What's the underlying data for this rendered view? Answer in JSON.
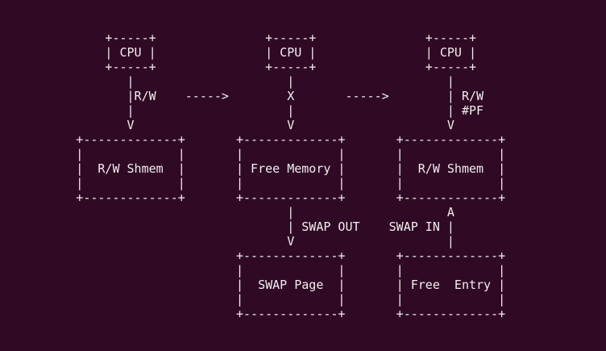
{
  "terminal": {
    "background_color": "#300a24",
    "foreground_color": "#f2edf1"
  },
  "diagram": {
    "lines": [
      "              +-----+               +-----+               +-----+",
      "              | CPU |               | CPU |               | CPU |",
      "              +-----+               +-----+               +-----+",
      "                 |                     |                     |",
      "                 |R/W    ----->        X       ----->        | R/W",
      "                 |                     |                     | #PF",
      "                 V                     V                     V",
      "          +-------------+       +-------------+       +-------------+",
      "          |             |       |             |       |             |",
      "          |  R/W Shmem  |       | Free Memory |       |  R/W Shmem  |",
      "          |             |       |             |       |             |",
      "          +-------------+       +-------------+       +-------------+",
      "                                       |                     A",
      "                                       | SWAP OUT    SWAP IN |",
      "                                       V                     |",
      "                                +-------------+       +-------------+",
      "                                |             |       |             |",
      "                                |  SWAP Page  |       | Free  Entry |",
      "                                |             |       |             |",
      "                                +-------------+       +-------------+"
    ],
    "labels": {
      "cpu": "CPU",
      "rw_shmem": "R/W Shmem",
      "free_memory": "Free Memory",
      "swap_page": "SWAP Page",
      "free_entry": "Free  Entry",
      "swap_out": "SWAP OUT",
      "swap_in": "SWAP IN",
      "edge_left": "R/W",
      "edge_middle": "X",
      "edge_right": "R/W #PF"
    }
  }
}
